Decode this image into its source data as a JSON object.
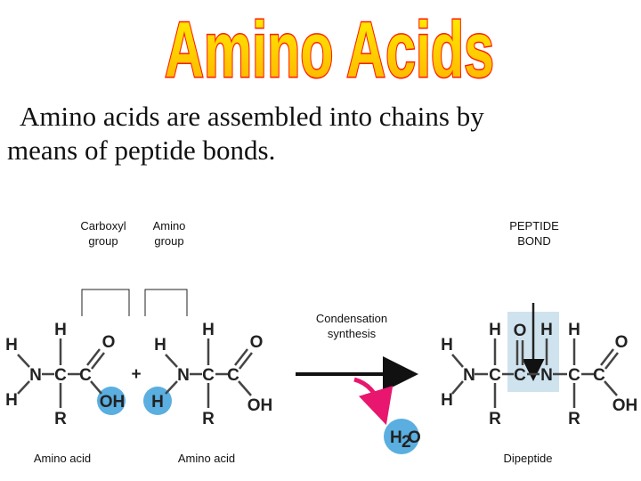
{
  "title": "Amino Acids",
  "intro": {
    "line1": "Amino acids are assembled into chains by",
    "line2": "means of peptide bonds."
  },
  "labels": {
    "carboxyl_line1": "Carboxyl",
    "carboxyl_line2": "group",
    "amino_line1": "Amino",
    "amino_line2": "group",
    "peptide_line1": "PEPTIDE",
    "peptide_line2": "BOND",
    "condensation_line1": "Condensation",
    "condensation_line2": "synthesis",
    "amino_acid_left": "Amino acid",
    "amino_acid_right": "Amino acid",
    "dipeptide": "Dipeptide"
  },
  "atoms": {
    "H": "H",
    "N": "N",
    "C": "C",
    "O": "O",
    "R": "R",
    "OH": "OH",
    "plus": "+",
    "water_H": "H",
    "water_sub": "2",
    "water_O": "O"
  },
  "colors": {
    "title_fill": "#ffd000",
    "title_stroke": "#ff1a00",
    "highlight_circle": "#5aaee0",
    "peptide_box": "#cfe3ef",
    "water_arrow": "#e8166e",
    "reaction_arrow": "#111111"
  }
}
